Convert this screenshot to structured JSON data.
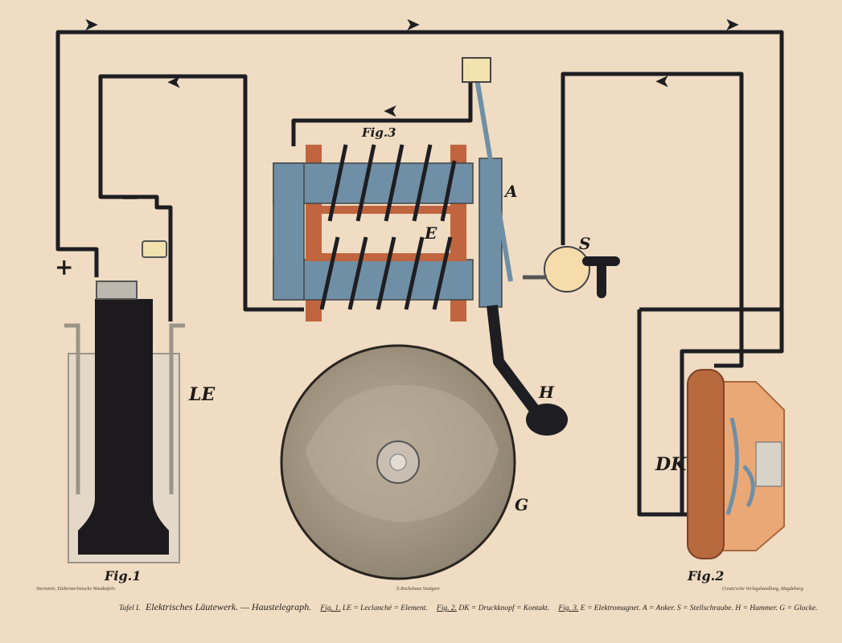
{
  "labels": {
    "fig1": "Fig.1",
    "fig2": "Fig.2",
    "fig3": "Fig.3",
    "le": "LE",
    "dk": "DK",
    "e": "E",
    "a": "A",
    "s": "S",
    "h": "H",
    "g": "G",
    "plus": "+",
    "minus": "−"
  },
  "footer": {
    "left": "Sterzstein, Elektrotechnische Wandtafeln.",
    "center": "E.Rochshaus Stuttgart",
    "right": "Creutz'sche Verlagshandlung, Magdeburg.",
    "plate": "Tafel I.",
    "title": "Elektrisches Läutewerk. — Haustelegraph.",
    "fig1_ref": "Fig. 1.",
    "fig1_text": "LE = Leclanché = Element.",
    "fig2_ref": "Fig. 2.",
    "fig2_text": "DK = Druckknopf = Kontakt.",
    "fig3_ref": "Fig. 3.",
    "fig3_text": "E = Elektromagnet. A = Anker. S = Stellschraube. H = Hammer. G = Glocke."
  },
  "colors": {
    "paper": "#efdcc3",
    "wire": "#1e1e22",
    "magnet_core": "#6f8fa6",
    "coil_frame": "#c0653f",
    "bell": "#a69a88",
    "battery_zinc": "#1c1a1c"
  }
}
